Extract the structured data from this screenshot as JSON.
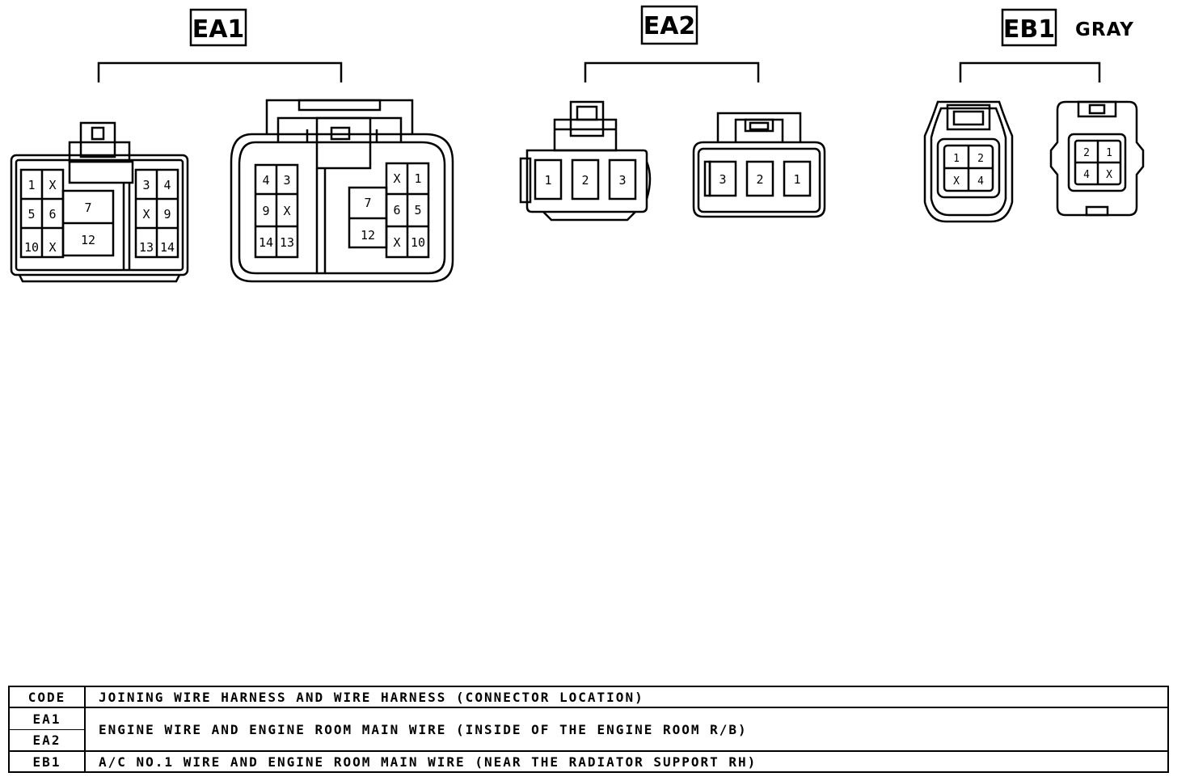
{
  "connectors": {
    "ea1": {
      "label": "EA1",
      "left_pins": [
        "1",
        "X",
        "7",
        "5",
        "6",
        "12",
        "10",
        "X"
      ],
      "left_right_pins": [
        "3",
        "4",
        "X",
        "9",
        "13",
        "14"
      ],
      "right_left_pins": [
        "4",
        "3",
        "9",
        "X",
        "14",
        "13"
      ],
      "right_mid_pins": [
        "7",
        "12"
      ],
      "right_right_pins": [
        "X",
        "1",
        "6",
        "5",
        "X",
        "10"
      ]
    },
    "ea2": {
      "label": "EA2",
      "left_pins": [
        "1",
        "2",
        "3"
      ],
      "right_pins": [
        "3",
        "2",
        "1"
      ]
    },
    "eb1": {
      "label": "EB1",
      "color_note": "GRAY",
      "left_pins": [
        "1",
        "2",
        "X",
        "4"
      ],
      "right_pins": [
        "2",
        "1",
        "4",
        "X"
      ]
    }
  },
  "legend": {
    "header_code": "CODE",
    "header_desc": "JOINING WIRE HARNESS AND WIRE HARNESS (CONNECTOR LOCATION)",
    "rows": [
      {
        "codes": [
          "EA1",
          "EA2"
        ],
        "desc": "ENGINE WIRE AND ENGINE ROOM MAIN WIRE (INSIDE OF THE ENGINE ROOM R/B)"
      },
      {
        "codes": [
          "EB1"
        ],
        "desc": "A/C NO.1 WIRE AND ENGINE ROOM MAIN WIRE (NEAR THE RADIATOR SUPPORT RH)"
      }
    ]
  }
}
